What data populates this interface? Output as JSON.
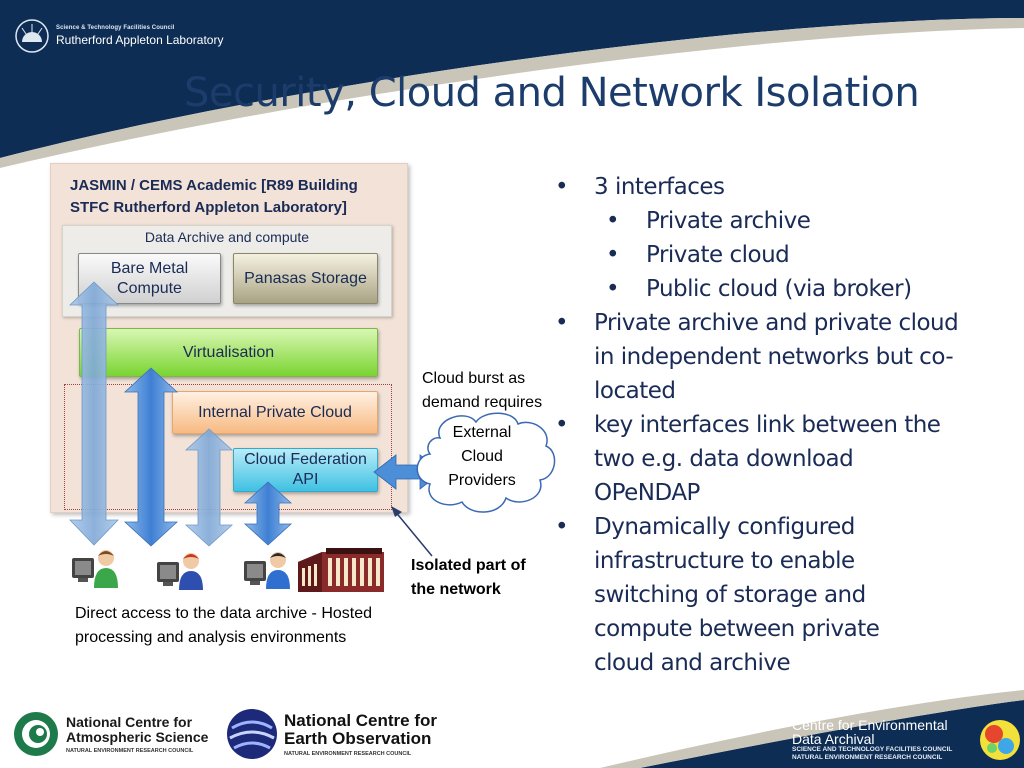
{
  "header": {
    "org_council": "Science & Technology Facilities Council",
    "org_lab": "Rutherford Appleton Laboratory"
  },
  "title": "Security, Cloud and Network Isolation",
  "diagram": {
    "panel_title": "JASMIN / CEMS Academic [R89 Building STFC Rutherford Appleton Laboratory]",
    "archive_label": "Data Archive and compute",
    "bare_metal": "Bare Metal Compute",
    "panasas": "Panasas Storage",
    "virtualisation": "Virtualisation",
    "internal_cloud": "Internal Private Cloud",
    "federation_api": "Cloud Federation API",
    "external_cloud": "External Cloud Providers",
    "cloud_burst": "Cloud burst as demand requires",
    "isolated": "Isolated part of the network",
    "direct_access": "Direct access to the data archive - Hosted processing and analysis environments"
  },
  "bullets": [
    {
      "level": 1,
      "text": "3 interfaces"
    },
    {
      "level": 2,
      "text": "Private archive"
    },
    {
      "level": 2,
      "text": "Private cloud"
    },
    {
      "level": 2,
      "text": "Public cloud (via broker)"
    },
    {
      "level": 1,
      "text": "Private archive and private cloud in independent networks but co-located"
    },
    {
      "level": 1,
      "text": "key interfaces link between the two e.g. data download OPeNDAP"
    },
    {
      "level": 1,
      "text": "Dynamically configured infrastructure to enable switching of storage and compute between private cloud and archive"
    }
  ],
  "footer": {
    "ncas_name": "National Centre for Atmospheric Science",
    "ncas_sub": "NATURAL ENVIRONMENT RESEARCH COUNCIL",
    "nceo_name": "National Centre for Earth Observation",
    "nceo_sub": "NATURAL ENVIRONMENT RESEARCH COUNCIL",
    "ceda_name": "Centre for Environmental Data Archival",
    "ceda_sub1": "SCIENCE AND TECHNOLOGY FACILITIES COUNCIL",
    "ceda_sub2": "NATURAL ENVIRONMENT RESEARCH COUNCIL"
  },
  "colors": {
    "navy": "#0d2d55",
    "title": "#1c3c6b",
    "virtualisation": "#7ad431",
    "internal_cloud": "#f7ba82",
    "federation": "#3fc1e3",
    "arrow": "#4d8ed8"
  }
}
